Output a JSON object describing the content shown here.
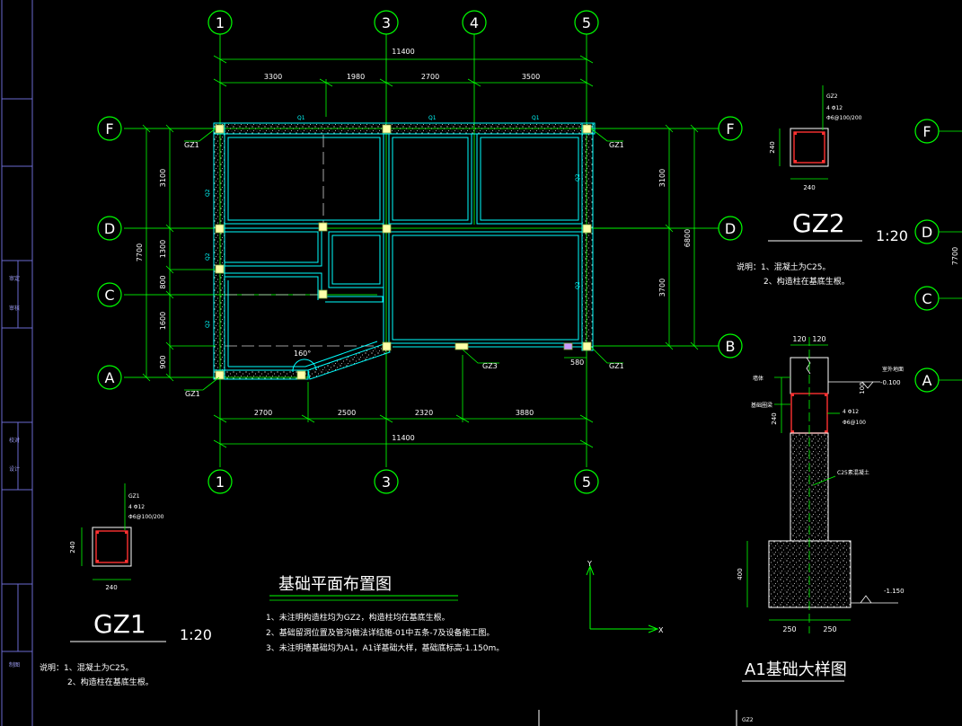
{
  "colors": {
    "background": "#000000",
    "wall": "#00ffff",
    "grid": "#00ff00",
    "text": "#ffffff",
    "dim": "#ffffff",
    "column": "#ffff99",
    "rebar": "#ff3030",
    "axis_dash": "#cccccc"
  },
  "plan": {
    "title": "基础平面布置图",
    "axis_top": [
      "1",
      "3",
      "4",
      "5"
    ],
    "axis_bottom": [
      "1",
      "3",
      "5"
    ],
    "axis_left": [
      "F",
      "D",
      "C",
      "A"
    ],
    "axis_right": [
      "F",
      "D",
      "B"
    ],
    "dims_top_total": "11400",
    "dims_top": [
      "3300",
      "1980",
      "2700",
      "3500"
    ],
    "dims_bottom": [
      "2700",
      "2500",
      "2320",
      "3880"
    ],
    "dims_bottom_total": "11400",
    "dims_left": [
      "3100",
      "1300",
      "800",
      "1600",
      "900"
    ],
    "dims_left_total": "7700",
    "dims_right": [
      "3100",
      "3700"
    ],
    "dims_right_total": "6800",
    "dim_580": "580",
    "angle": "160°",
    "column_labels": [
      "GZ1",
      "GZ1",
      "GZ1",
      "GZ1",
      "GZ3"
    ],
    "wall_tags": [
      "Q1",
      "Q1",
      "Q1",
      "Q2",
      "Q2",
      "Q2",
      "Q2",
      "Q2"
    ]
  },
  "notes_plan": [
    "1、未注明构造柱均为GZ2，构造柱均在基底生根。",
    "2、基础留洞位置及管沟做法详结施-01中五条-7及设备施工图。",
    "3、未注明墙基础均为A1，A1详基础大样，基础底标高-1.150m。"
  ],
  "gz1": {
    "name": "GZ1",
    "scale": "1:20",
    "tag": "GZ1",
    "rebar_main": "4 Φ12",
    "rebar_stirrup": "Φ6@100/200",
    "width": "240",
    "height": "240",
    "notes": [
      "说明：1、混凝土为C25。",
      "2、构造柱在基底生根。"
    ]
  },
  "gz2": {
    "name": "GZ2",
    "scale": "1:20",
    "tag": "GZ2",
    "rebar_main": "4 Φ12",
    "rebar_stirrup": "Φ6@100/200",
    "width": "240",
    "height": "240",
    "notes": [
      "说明：1、混凝土为C25。",
      "2、构造柱在基底生根。"
    ],
    "axis_right": [
      "F",
      "D",
      "C",
      "A"
    ],
    "dim_right": "7700"
  },
  "detail_a1": {
    "title": "A1基础大样图",
    "dims_top": [
      "120",
      "120"
    ],
    "dim_100": "100",
    "dim_240": "240",
    "dim_400": "400",
    "dims_bottom": [
      "250",
      "250"
    ],
    "label_floor": "室外地面",
    "elev_top": "-0.100",
    "elev_bottom": "-1.150",
    "label_wall": "墙体",
    "label_beam": "基础圈梁",
    "beam_rebar": "4 Φ12",
    "beam_stirrup": "Φ6@100",
    "label_concrete": "C25素混凝土",
    "bottom_tag": "GZ2"
  },
  "ucs": {
    "x": "X",
    "y": "Y"
  },
  "left_panel_texts": [
    "审定",
    "审核",
    "校对",
    "设计",
    "制图"
  ]
}
